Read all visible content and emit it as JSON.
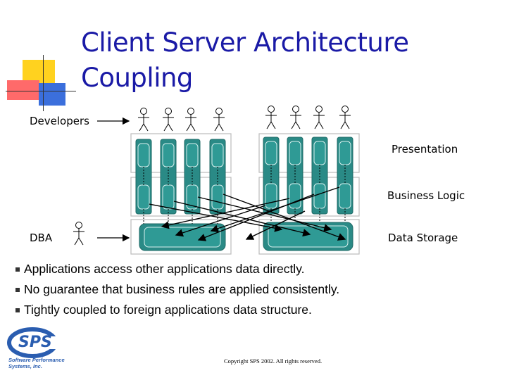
{
  "slide": {
    "title_line1": "Client Server Architecture",
    "title_line2": "Coupling"
  },
  "labels": {
    "developers": "Developers",
    "presentation": "Presentation",
    "business_logic": "Business Logic",
    "data_storage": "Data Storage",
    "dba": "DBA"
  },
  "bullets": [
    "Applications access other applications data directly.",
    "No guarantee that business rules are applied consistently.",
    "Tightly coupled to foreign applications data structure."
  ],
  "logo": {
    "mark": "SPS",
    "line1": "Software Performance",
    "line2": "Systems, Inc."
  },
  "footer": {
    "copyright": "Copyright SPS 2002. All rights reserved."
  },
  "colors": {
    "title": "#1a1aa6",
    "column": "#2a8a86",
    "logo": "#2a5db0",
    "deco_yellow": "#ffd21f",
    "deco_red": "#ff5a5a",
    "deco_blue": "#3a6fd8"
  }
}
